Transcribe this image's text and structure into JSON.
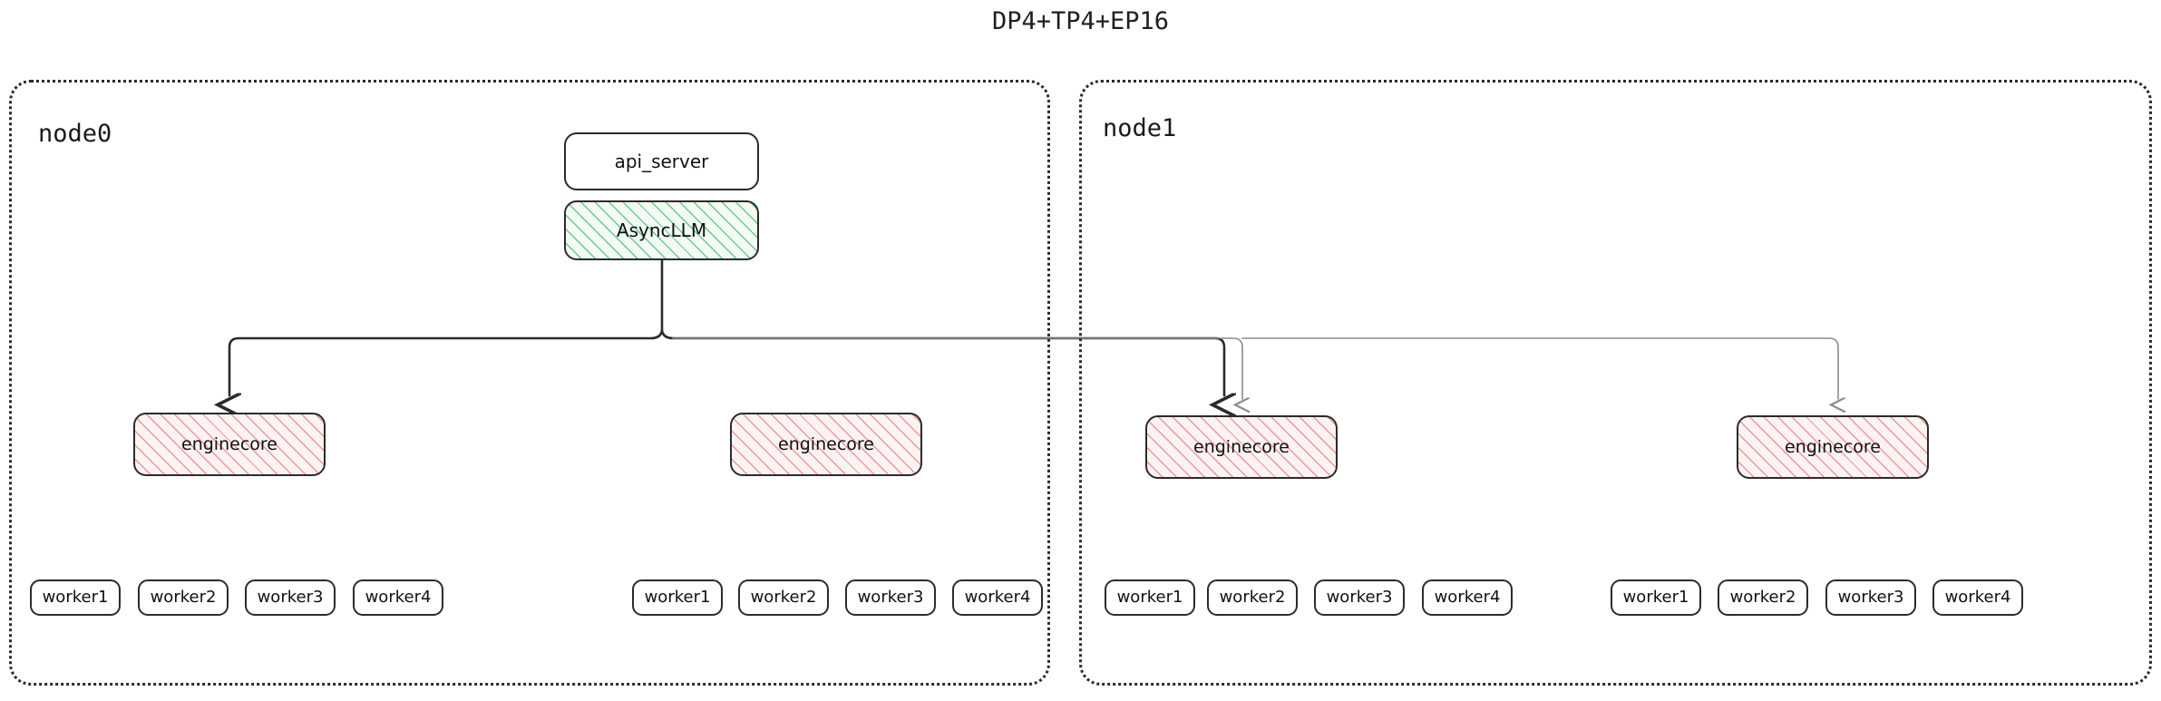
{
  "title": "DP4+TP4+EP16",
  "colors": {
    "node_border": "#2b2b2b",
    "async_hatch": "#3dba66",
    "async_fill": "#f3fbf5",
    "enginecore_hatch": "#e98989",
    "enginecore_fill": "#fdf3f3",
    "edge_dark": "#2b2b2b",
    "edge_light": "#8c8c8c",
    "text": "#111111"
  },
  "nodes": [
    {
      "id": "node0",
      "label": "node0",
      "services": [
        {
          "id": "api_server",
          "label": "api_server",
          "style": "plain"
        },
        {
          "id": "async_llm",
          "label": "AsyncLLM",
          "style": "green-hatch"
        }
      ],
      "engines": [
        {
          "id": "node0-engine0",
          "label": "enginecore",
          "workers": [
            {
              "label": "worker1"
            },
            {
              "label": "worker2"
            },
            {
              "label": "worker3"
            },
            {
              "label": "worker4"
            }
          ]
        },
        {
          "id": "node0-engine1",
          "label": "enginecore",
          "workers": [
            {
              "label": "worker1"
            },
            {
              "label": "worker2"
            },
            {
              "label": "worker3"
            },
            {
              "label": "worker4"
            }
          ]
        }
      ]
    },
    {
      "id": "node1",
      "label": "node1",
      "services": [],
      "engines": [
        {
          "id": "node1-engine0",
          "label": "enginecore",
          "workers": [
            {
              "label": "worker1"
            },
            {
              "label": "worker2"
            },
            {
              "label": "worker3"
            },
            {
              "label": "worker4"
            }
          ]
        },
        {
          "id": "node1-engine1",
          "label": "enginecore",
          "workers": [
            {
              "label": "worker1"
            },
            {
              "label": "worker2"
            },
            {
              "label": "worker3"
            },
            {
              "label": "worker4"
            }
          ]
        }
      ]
    }
  ],
  "edges": {
    "source": "AsyncLLM",
    "targets": [
      "enginecore",
      "enginecore",
      "enginecore",
      "enginecore"
    ],
    "arrow_style": "orthogonal-rounded"
  }
}
